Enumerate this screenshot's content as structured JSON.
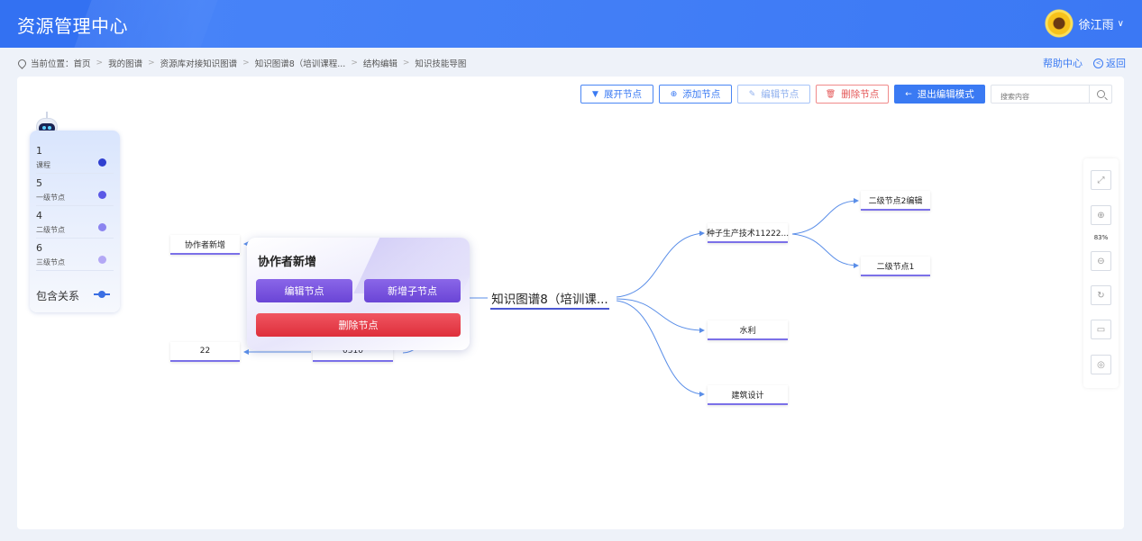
{
  "header": {
    "title": "资源管理中心",
    "user_name": "徐江雨"
  },
  "breadcrumb": {
    "prefix": "当前位置：",
    "items": [
      "首页",
      "我的图谱",
      "资源库对接知识图谱",
      "知识图谱8（培训课程...",
      "结构编辑",
      "知识技能导图"
    ]
  },
  "top_links": {
    "help": "帮助中心",
    "back": "返回"
  },
  "toolbar": {
    "expand": "展开节点",
    "add": "添加节点",
    "edit": "编辑节点",
    "delete": "删除节点",
    "exit": "退出编辑模式",
    "search_placeholder": "搜索内容"
  },
  "legend": {
    "items": [
      {
        "count": "1",
        "label": "课程",
        "color": "#2f3fd0"
      },
      {
        "count": "5",
        "label": "一级节点",
        "color": "#5b58e6"
      },
      {
        "count": "4",
        "label": "二级节点",
        "color": "#8b84f0"
      },
      {
        "count": "6",
        "label": "三级节点",
        "color": "#b3a8f5"
      }
    ],
    "relation": "包含关系"
  },
  "mindmap": {
    "root": "知识图谱8（培训课...",
    "right": [
      "种子生产技术11222...",
      "水利",
      "建筑设计"
    ],
    "right_children": [
      "二级节点2编辑",
      "二级节点1"
    ],
    "left": [
      "协作者新增",
      "22",
      "0310"
    ]
  },
  "popup": {
    "title": "协作者新增",
    "edit": "编辑节点",
    "add_child": "新增子节点",
    "delete": "删除节点"
  },
  "zoom": {
    "level": "83%"
  },
  "colors": {
    "primary": "#3a7af3",
    "danger": "#e45555",
    "popup_purple": "#7a55df",
    "popup_red": "#e63a45"
  }
}
